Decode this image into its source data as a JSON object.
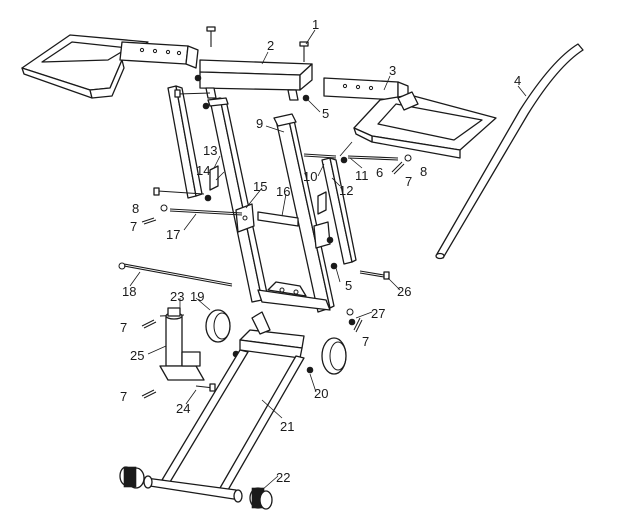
{
  "diagram": {
    "callouts": [
      {
        "key": "p1",
        "label": "1"
      },
      {
        "key": "p2",
        "label": "2"
      },
      {
        "key": "p3",
        "label": "3"
      },
      {
        "key": "p4",
        "label": "4"
      },
      {
        "key": "p5a",
        "label": "5"
      },
      {
        "key": "p5b",
        "label": "5"
      },
      {
        "key": "p6",
        "label": "6"
      },
      {
        "key": "p7a",
        "label": "7"
      },
      {
        "key": "p7b",
        "label": "7"
      },
      {
        "key": "p7c",
        "label": "7"
      },
      {
        "key": "p7d",
        "label": "7"
      },
      {
        "key": "p7e",
        "label": "7"
      },
      {
        "key": "p8a",
        "label": "8"
      },
      {
        "key": "p8b",
        "label": "8"
      },
      {
        "key": "p9",
        "label": "9"
      },
      {
        "key": "p10",
        "label": "10"
      },
      {
        "key": "p11",
        "label": "11"
      },
      {
        "key": "p12",
        "label": "12"
      },
      {
        "key": "p13",
        "label": "13"
      },
      {
        "key": "p14",
        "label": "14"
      },
      {
        "key": "p15",
        "label": "15"
      },
      {
        "key": "p16",
        "label": "16"
      },
      {
        "key": "p17",
        "label": "17"
      },
      {
        "key": "p18",
        "label": "18"
      },
      {
        "key": "p19",
        "label": "19"
      },
      {
        "key": "p20",
        "label": "20"
      },
      {
        "key": "p21",
        "label": "21"
      },
      {
        "key": "p22",
        "label": "22"
      },
      {
        "key": "p23",
        "label": "23"
      },
      {
        "key": "p24",
        "label": "24"
      },
      {
        "key": "p25",
        "label": "25"
      },
      {
        "key": "p26",
        "label": "26"
      },
      {
        "key": "p27",
        "label": "27"
      }
    ]
  }
}
